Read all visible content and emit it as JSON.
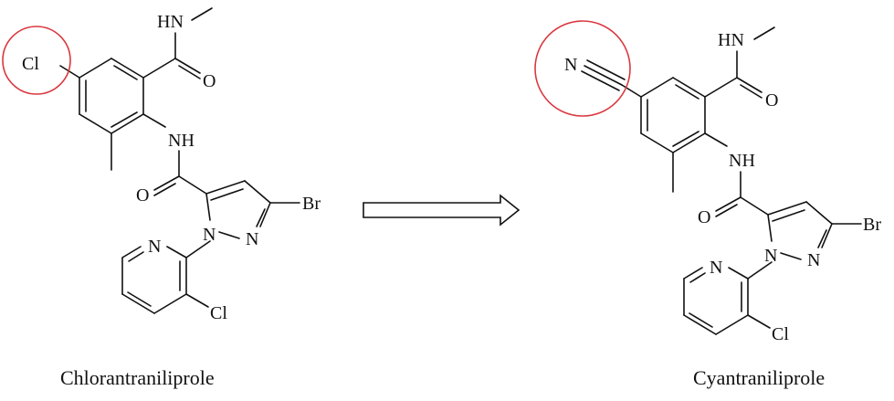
{
  "compounds": [
    {
      "name": "Chlorantraniliprole",
      "labels": {
        "substituent": "Cl",
        "amide_n": "HN",
        "amide_o": "O",
        "nh": "NH",
        "carbonyl_o": "O",
        "br": "Br",
        "n1": "N",
        "n2": "N",
        "pyridine_n": "N",
        "cl": "Cl"
      }
    },
    {
      "name": "Cyantraniliprole",
      "labels": {
        "substituent": "N",
        "amide_n": "HN",
        "amide_o": "O",
        "nh": "NH",
        "carbonyl_o": "O",
        "br": "Br",
        "n1": "N",
        "n2": "N",
        "pyridine_n": "N",
        "cl": "Cl"
      }
    }
  ],
  "colors": {
    "highlight": "#d9383f",
    "bond": "#111111"
  },
  "icons": {
    "arrow": "hollow-right-arrow-icon",
    "highlight": "red-circle"
  }
}
